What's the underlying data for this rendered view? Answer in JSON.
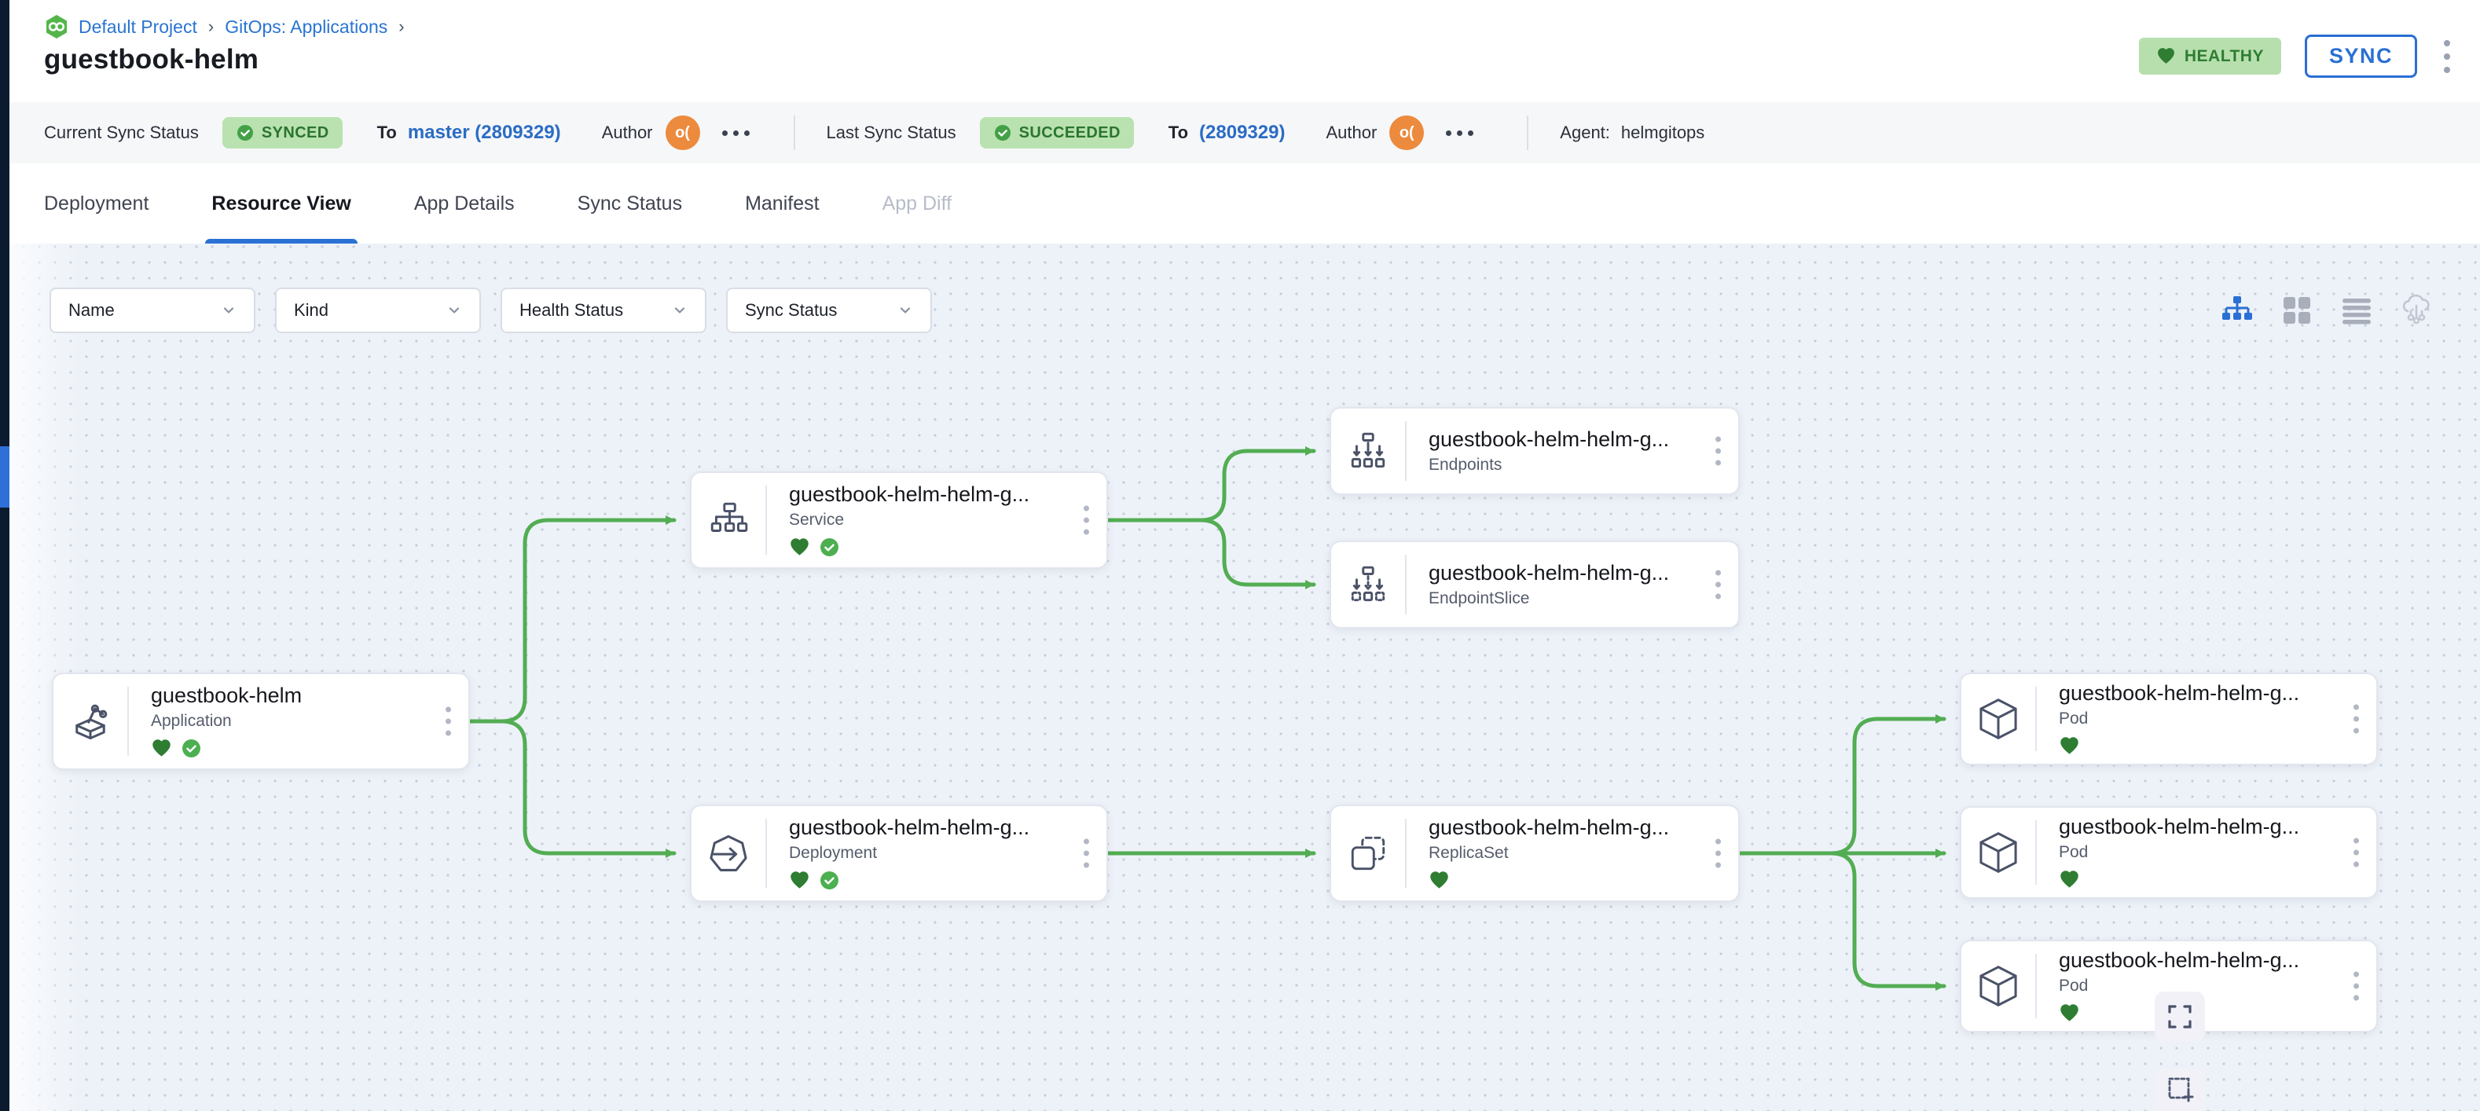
{
  "breadcrumb": {
    "logo_icon": "gitops-infinity-icon",
    "items": [
      "Default Project",
      "GitOps: Applications"
    ],
    "sep": "›"
  },
  "page": {
    "title": "guestbook-helm"
  },
  "header_actions": {
    "health_badge": {
      "label": "HEALTHY",
      "icon": "heart-icon"
    },
    "sync_label": "SYNC"
  },
  "status_bar": {
    "current": {
      "label": "Current Sync Status",
      "badge": "SYNCED",
      "to": "To",
      "revision": "master (2809329)",
      "author": "Author",
      "avatar": "o("
    },
    "last": {
      "label": "Last Sync Status",
      "badge": "SUCCEEDED",
      "to": "To",
      "revision": "(2809329)",
      "author": "Author",
      "avatar": "o("
    },
    "agent": {
      "label": "Agent:",
      "value": "helmgitops"
    }
  },
  "tabs": [
    {
      "label": "Deployment",
      "state": "normal"
    },
    {
      "label": "Resource View",
      "state": "active"
    },
    {
      "label": "App Details",
      "state": "normal"
    },
    {
      "label": "Sync Status",
      "state": "normal"
    },
    {
      "label": "Manifest",
      "state": "normal"
    },
    {
      "label": "App Diff",
      "state": "disabled"
    }
  ],
  "filters": {
    "name": "Name",
    "kind": "Kind",
    "health": "Health Status",
    "sync": "Sync Status"
  },
  "view_toggles": {
    "active": "tree-view",
    "icons": [
      "tree-view-icon",
      "grid-view-icon",
      "list-view-icon",
      "topology-view-icon"
    ]
  },
  "nodes": [
    {
      "title": "guestbook-helm",
      "kind": "Application",
      "healthy": true,
      "synced": true
    },
    {
      "title": "guestbook-helm-helm-g...",
      "kind": "Service",
      "healthy": true,
      "synced": true
    },
    {
      "title": "guestbook-helm-helm-g...",
      "kind": "Endpoints",
      "healthy": false,
      "synced": false
    },
    {
      "title": "guestbook-helm-helm-g...",
      "kind": "EndpointSlice",
      "healthy": false,
      "synced": false
    },
    {
      "title": "guestbook-helm-helm-g...",
      "kind": "Deployment",
      "healthy": true,
      "synced": true
    },
    {
      "title": "guestbook-helm-helm-g...",
      "kind": "ReplicaSet",
      "healthy": true,
      "synced": false
    },
    {
      "title": "guestbook-helm-helm-g...",
      "kind": "Pod",
      "healthy": true,
      "synced": false
    },
    {
      "title": "guestbook-helm-helm-g...",
      "kind": "Pod",
      "healthy": true,
      "synced": false
    },
    {
      "title": "guestbook-helm-helm-g...",
      "kind": "Pod",
      "healthy": true,
      "synced": false
    }
  ],
  "colors": {
    "accent_blue": "#2a72d4",
    "edge_green": "#53ad53",
    "healthy_green": "#2e7d32",
    "badge_green_bg": "#b9e2b0",
    "avatar_orange": "#ec8a3d",
    "sidebar_dark": "#0c1a30"
  }
}
